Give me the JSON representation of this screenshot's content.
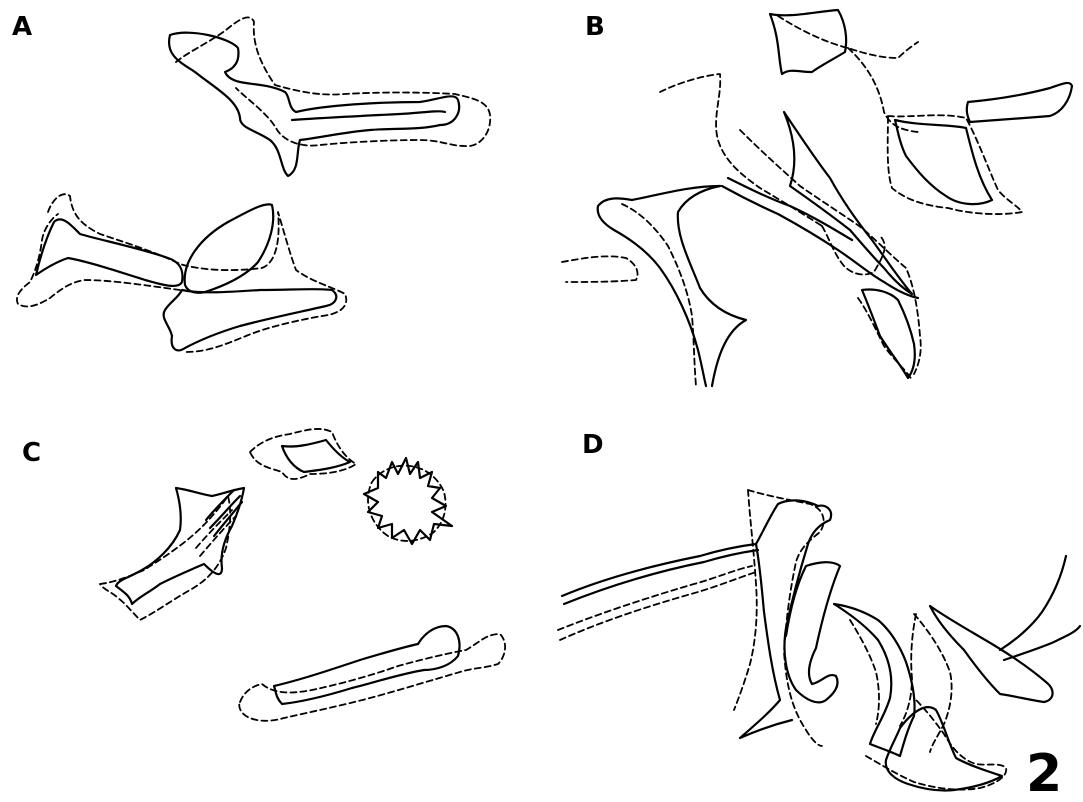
{
  "panels": {
    "a": {
      "label": "A"
    },
    "b": {
      "label": "B"
    },
    "c": {
      "label": "C"
    },
    "d": {
      "label": "D"
    }
  },
  "figure_number": "2",
  "colors": {
    "ink": "#000000",
    "background": "#ffffff"
  }
}
